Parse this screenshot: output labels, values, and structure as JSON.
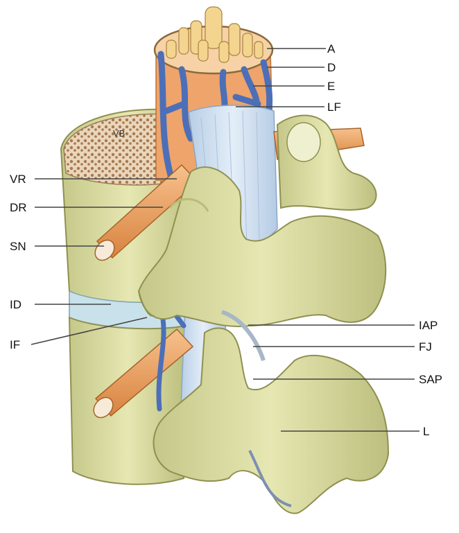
{
  "labels": {
    "vb": "VB",
    "a": "A",
    "d": "D",
    "e": "E",
    "lf": "LF",
    "vr": "VR",
    "dr": "DR",
    "sn": "SN",
    "id": "ID",
    "if": "IF",
    "iap": "IAP",
    "fj": "FJ",
    "sap": "SAP",
    "l": "L"
  },
  "colors": {
    "bone": "#dfe0a6",
    "bone_shade": "#b9bc78",
    "bone_dark": "#8f9050",
    "cancellous": "#b3865c",
    "nerve": "#f0ab6e",
    "nerve_dark": "#c97b3c",
    "vein": "#4c6fb8",
    "ligament": "#cfe0f2",
    "disc": "#c9e1ea",
    "dura": "#f6b98b"
  }
}
